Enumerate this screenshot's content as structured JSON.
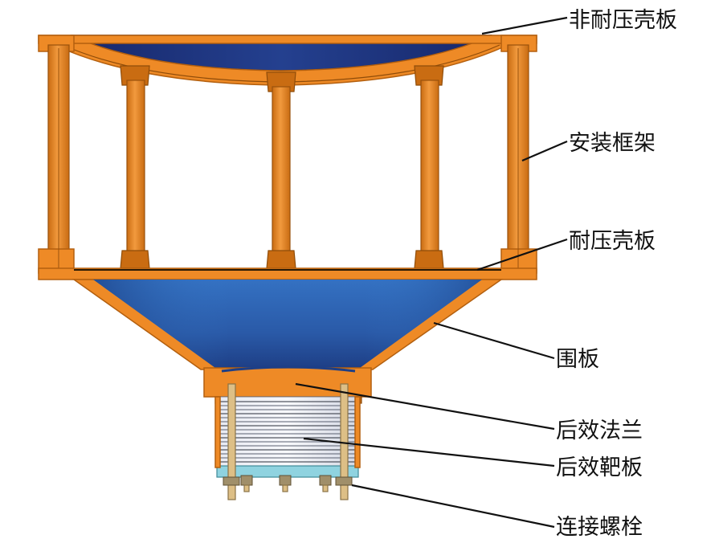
{
  "labels": {
    "non_pressure_shell": "非耐压壳板",
    "mounting_frame": "安装框架",
    "pressure_shell": "耐压壳板",
    "enclosure_plate": "围板",
    "rear_flange": "后效法兰",
    "rear_target": "后效靶板",
    "connecting_bolt": "连接螺栓"
  },
  "colors": {
    "frame": "#ee8a26",
    "frame_dark": "#c96c12",
    "shell_top": "#1b2f7a",
    "shell_bottom": "#3c7ac6",
    "target_plate": "#dfe3ee",
    "base_plate": "#8fd3e0",
    "bolt": "#ddbf86"
  }
}
